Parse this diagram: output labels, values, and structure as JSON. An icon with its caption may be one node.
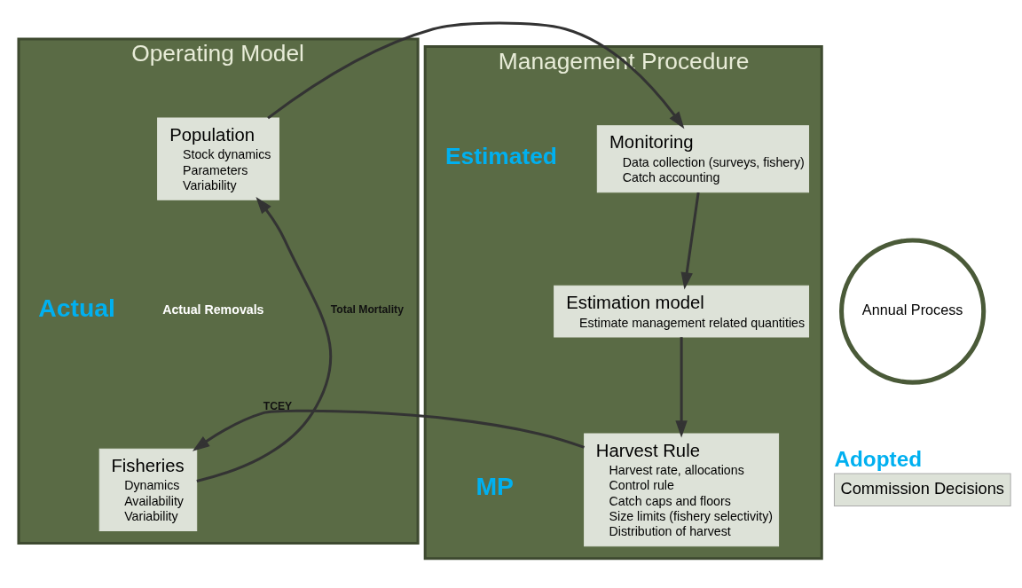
{
  "diagram": {
    "nodes": [
      {
        "text": [
          "Operating Model"
        ]
      },
      {
        "text": [
          "Population",
          "Stock dynamics",
          "Parameters",
          "Variability"
        ],
        "in": 0
      },
      {
        "text": [
          "Fisheries",
          "Dynamics",
          "Availability",
          "Variability"
        ],
        "in": 0
      },
      {
        "text": [
          "Management Procedure"
        ]
      },
      {
        "text": [
          "Monitoring",
          "Data collection (surveys, fishery)",
          "Catch accounting"
        ],
        "in": 3
      },
      {
        "text": [
          "Estimation model",
          "Estimate management related quantities"
        ],
        "in": 3
      },
      {
        "text": [
          "Harvest Rule",
          "Harvest rate, allocations",
          "Control rule",
          "Catch caps and floors",
          "Size limits (fishery selectivity)",
          "Distribution of harvest"
        ],
        "in": 3
      },
      {
        "text": [
          "Commission Decisions"
        ],
        "beside": [
          "Adopted"
        ]
      },
      {
        "text": [
          "Annual Process"
        ]
      }
    ],
    "edges": [
      {
        "from": 1,
        "to": 4,
        "arrow": "to"
      },
      {
        "from": 4,
        "to": 5,
        "arrow": "to"
      },
      {
        "from": 5,
        "to": 6,
        "arrow": "to"
      },
      {
        "from": 6,
        "to": 2,
        "arrow": "to",
        "label": "TCEY"
      },
      {
        "from": 2,
        "to": 1,
        "arrow": "to",
        "label": "Total Mortality"
      }
    ],
    "labels": [
      "Estimated",
      "Actual Removals",
      "Actual",
      "MP"
    ]
  }
}
